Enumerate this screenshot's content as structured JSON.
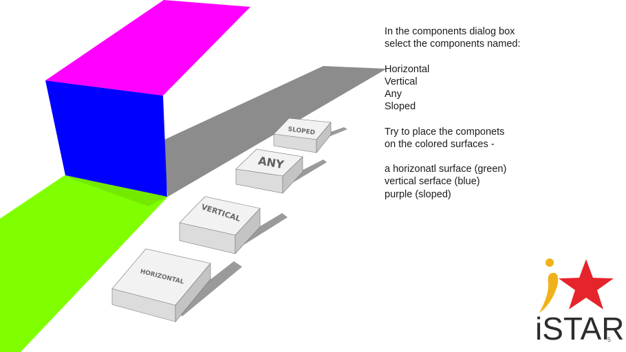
{
  "instructions": {
    "lines": [
      "In the components dialog box",
      "select the components named:",
      "",
      "Horizontal",
      "Vertical",
      "Any",
      "Sloped",
      "",
      "Try to place the componets",
      "on the colored surfaces -",
      "",
      "a horizonatl surface (green)",
      "vertical serface (blue)",
      "purple (sloped)"
    ]
  },
  "components": {
    "horizontal": "HORIZONTAL",
    "vertical": "VERTICAL",
    "any": "ANY",
    "sloped": "SLOPED"
  },
  "surfaces": {
    "horizontal_color": "#7fff00",
    "vertical_color": "#0000ff",
    "sloped_color": "#ff00ff",
    "shadow_color": "#8c8c8c"
  },
  "logo": {
    "text": "iSTAR",
    "star_color": "#e5242b",
    "swoosh_color": "#f0b21a"
  },
  "page_number": "5"
}
